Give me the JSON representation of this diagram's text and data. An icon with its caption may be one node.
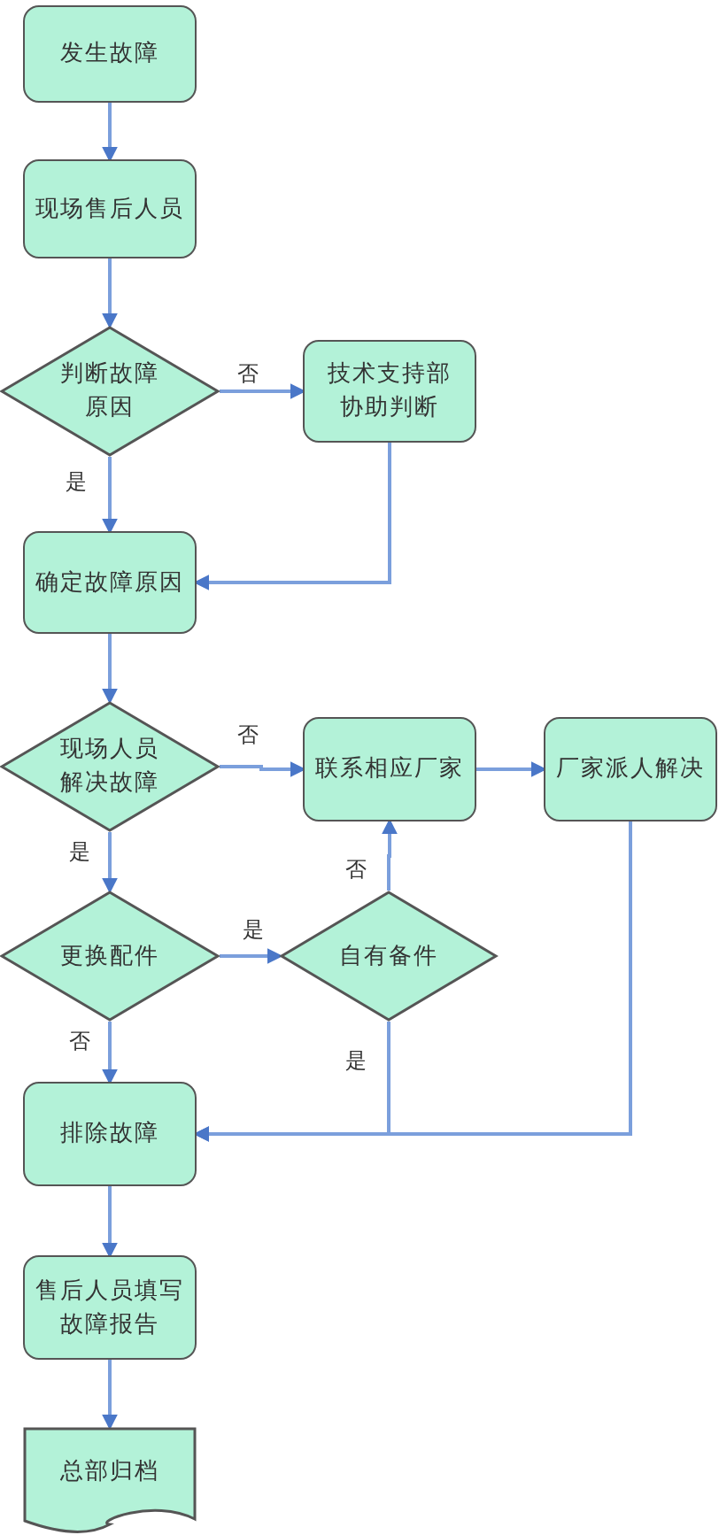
{
  "diagram": {
    "nodes": [
      {
        "text": [
          "发生故障"
        ]
      },
      {
        "text": [
          "现场售后人员"
        ]
      },
      {
        "text": [
          "判断故障原因"
        ]
      },
      {
        "text": [
          "技术支持部协助判断"
        ]
      },
      {
        "text": [
          "确定故障原因"
        ]
      },
      {
        "text": [
          "现场人员解决故障"
        ]
      },
      {
        "text": [
          "联系相应厂家"
        ]
      },
      {
        "text": [
          "厂家派人解决"
        ]
      },
      {
        "text": [
          "更换配件"
        ]
      },
      {
        "text": [
          "自有备件"
        ]
      },
      {
        "text": [
          "排除故障"
        ]
      },
      {
        "text": [
          "售后人员填写故障报告"
        ]
      },
      {
        "text": [
          "总部归档"
        ]
      }
    ],
    "edges": [
      {
        "from": 0,
        "to": 1,
        "arrow": "to"
      },
      {
        "from": 1,
        "to": 2,
        "arrow": "to"
      },
      {
        "from": 2,
        "to": 3,
        "arrow": "to",
        "label": "否"
      },
      {
        "from": 2,
        "to": 4,
        "arrow": "to",
        "label": "是"
      },
      {
        "from": 3,
        "to": 4,
        "arrow": "to"
      },
      {
        "from": 4,
        "to": 5,
        "arrow": "to"
      },
      {
        "from": 5,
        "to": 6,
        "arrow": "to",
        "label": "否"
      },
      {
        "from": 5,
        "to": 8,
        "arrow": "to",
        "label": "是"
      },
      {
        "from": 6,
        "to": 7,
        "arrow": "to"
      },
      {
        "from": 9,
        "to": 6,
        "arrow": "to",
        "label": "否"
      },
      {
        "from": 8,
        "to": 9,
        "arrow": "to",
        "label": "是"
      },
      {
        "from": 8,
        "to": 10,
        "arrow": "to",
        "label": "否"
      },
      {
        "from": 9,
        "to": 10,
        "arrow": "to",
        "label": "是"
      },
      {
        "from": 7,
        "to": 10,
        "arrow": "to"
      },
      {
        "from": 10,
        "to": 11,
        "arrow": "to"
      },
      {
        "from": 11,
        "to": 12,
        "arrow": "to"
      }
    ]
  }
}
